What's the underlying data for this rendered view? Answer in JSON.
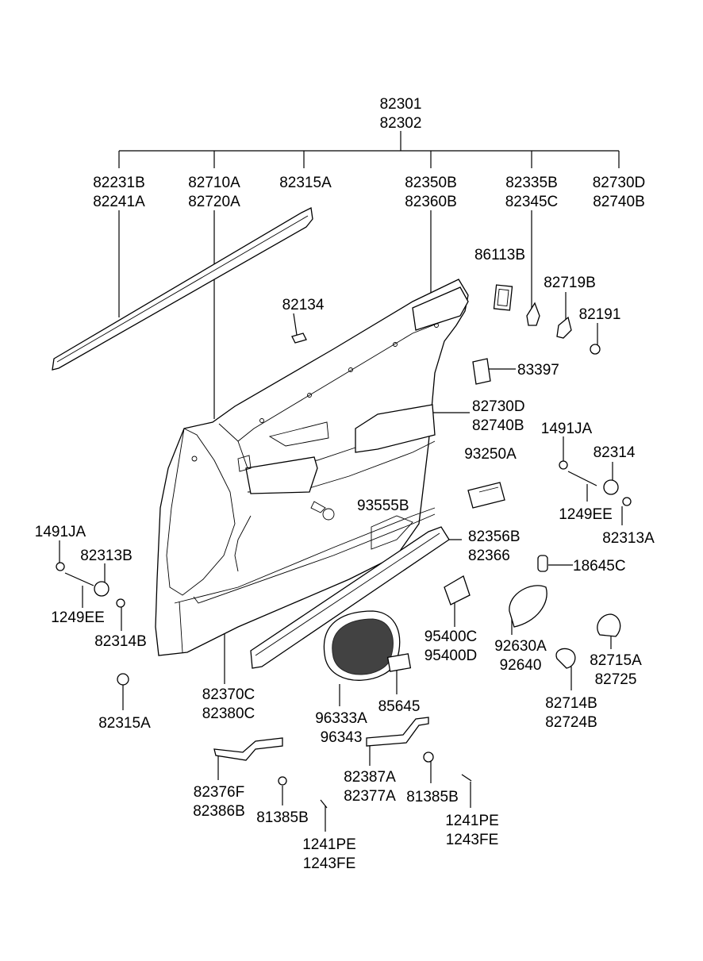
{
  "top_assembly": [
    "82301",
    "82302"
  ],
  "callouts": {
    "molding": [
      "82231B",
      "82241A"
    ],
    "panel_lh": [
      "82710A",
      "82720A"
    ],
    "clip_top": [
      "82315A"
    ],
    "upper_trim": [
      "82350B",
      "82360B"
    ],
    "grip": [
      "82335B",
      "82345C"
    ],
    "armrest_top": [
      "82730D",
      "82740B"
    ],
    "pad": [
      "86113B"
    ],
    "clip_82719": [
      "82719B"
    ],
    "cap": [
      "82191"
    ],
    "clip_82134": [
      "82134"
    ],
    "cover_83397": [
      "83397"
    ],
    "armrest_mid": [
      "82730D",
      "82740B"
    ],
    "screw_r": [
      "1491JA"
    ],
    "bushing_r": [
      "82314"
    ],
    "switch": [
      "93250A"
    ],
    "retainer": [
      "93555B"
    ],
    "screw_r2": [
      "1249EE"
    ],
    "nut_r": [
      "82313A"
    ],
    "lower_trim": [
      "82356B",
      "82366"
    ],
    "screw_l": [
      "1491JA"
    ],
    "bushing_l": [
      "82313B"
    ],
    "plug": [
      "18645C"
    ],
    "screw_l2": [
      "1249EE"
    ],
    "nut_l": [
      "82314B"
    ],
    "module": [
      "95400C",
      "95400D"
    ],
    "reflector": [
      "92630A",
      "92640"
    ],
    "cap_r": [
      "82715A",
      "82725"
    ],
    "panel_lower": [
      "82370C",
      "82380C"
    ],
    "clip_bottom": [
      "82315A"
    ],
    "grille": [
      "96333A",
      "96343"
    ],
    "bracket_small": [
      "85645"
    ],
    "cap_r2": [
      "82714B",
      "82724B"
    ],
    "bracket_l": [
      "82376F",
      "82386B"
    ],
    "bracket_m": [
      "82387A",
      "82377A"
    ],
    "grommet_l": [
      "81385B"
    ],
    "grommet_m": [
      "81385B"
    ],
    "screw_bl": [
      "1241PE",
      "1243FE"
    ],
    "screw_br": [
      "1241PE",
      "1243FE"
    ]
  }
}
